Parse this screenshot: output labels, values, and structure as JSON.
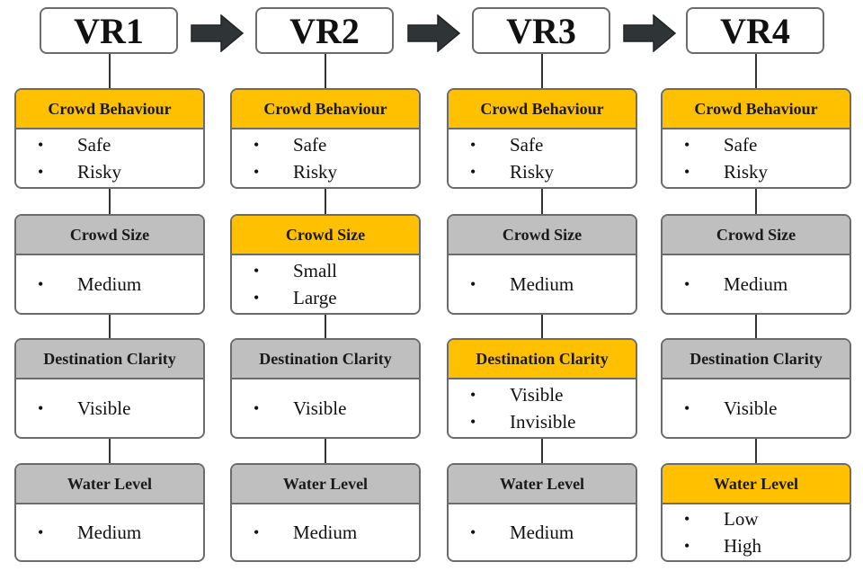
{
  "columns": [
    {
      "title": "VR1",
      "cards": [
        {
          "header": "Crowd Behaviour",
          "highlight": true,
          "items": [
            "Safe",
            "Risky"
          ]
        },
        {
          "header": "Crowd Size",
          "highlight": false,
          "items": [
            "Medium"
          ]
        },
        {
          "header": "Destination Clarity",
          "highlight": false,
          "items": [
            "Visible"
          ]
        },
        {
          "header": "Water Level",
          "highlight": false,
          "items": [
            "Medium"
          ]
        }
      ]
    },
    {
      "title": "VR2",
      "cards": [
        {
          "header": "Crowd Behaviour",
          "highlight": true,
          "items": [
            "Safe",
            "Risky"
          ]
        },
        {
          "header": "Crowd Size",
          "highlight": true,
          "items": [
            "Small",
            "Large"
          ]
        },
        {
          "header": "Destination Clarity",
          "highlight": false,
          "items": [
            "Visible"
          ]
        },
        {
          "header": "Water Level",
          "highlight": false,
          "items": [
            "Medium"
          ]
        }
      ]
    },
    {
      "title": "VR3",
      "cards": [
        {
          "header": "Crowd Behaviour",
          "highlight": true,
          "items": [
            "Safe",
            "Risky"
          ]
        },
        {
          "header": "Crowd Size",
          "highlight": false,
          "items": [
            "Medium"
          ]
        },
        {
          "header": "Destination Clarity",
          "highlight": true,
          "items": [
            "Visible",
            "Invisible"
          ]
        },
        {
          "header": "Water Level",
          "highlight": false,
          "items": [
            "Medium"
          ]
        }
      ]
    },
    {
      "title": "VR4",
      "cards": [
        {
          "header": "Crowd Behaviour",
          "highlight": true,
          "items": [
            "Safe",
            "Risky"
          ]
        },
        {
          "header": "Crowd Size",
          "highlight": false,
          "items": [
            "Medium"
          ]
        },
        {
          "header": "Destination Clarity",
          "highlight": false,
          "items": [
            "Visible"
          ]
        },
        {
          "header": "Water Level",
          "highlight": true,
          "items": [
            "Low",
            "High"
          ]
        }
      ]
    }
  ],
  "bullet_glyph": "•",
  "colors": {
    "highlight": "#FFC000",
    "neutral": "#BFBFBF",
    "arrow": "#2f3437"
  },
  "icons": {
    "arrow": "right-arrow-icon"
  }
}
